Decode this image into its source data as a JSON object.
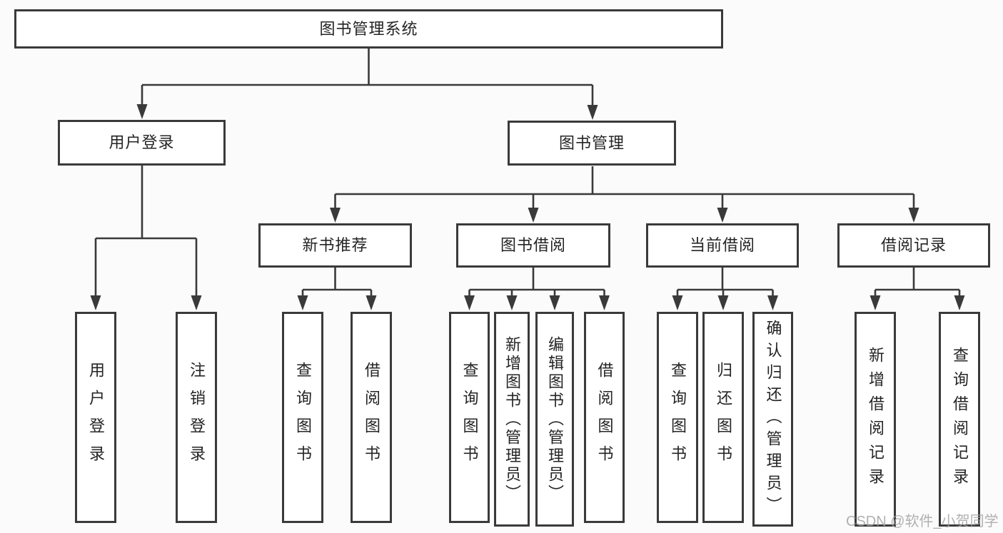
{
  "page": {
    "background": "#fbfbfb"
  },
  "colors": {
    "line": "#3a3a3a",
    "box_border": "#3a3a3a",
    "box_fill": "#ffffff",
    "text": "#242424",
    "watermark": "#a3a3a3"
  },
  "tree": {
    "root": {
      "label": "图书管理系统",
      "children": [
        {
          "label": "用户登录",
          "children": [
            {
              "label": "用户登录"
            },
            {
              "label": "注销登录"
            }
          ]
        },
        {
          "label": "图书管理",
          "children": [
            {
              "label": "新书推荐",
              "children": [
                {
                  "label": "查询图书"
                },
                {
                  "label": "借阅图书"
                }
              ]
            },
            {
              "label": "图书借阅",
              "children": [
                {
                  "label": "查询图书"
                },
                {
                  "label": "新增图书（管理员）"
                },
                {
                  "label": "编辑图书（管理员）"
                },
                {
                  "label": "借阅图书"
                }
              ]
            },
            {
              "label": "当前借阅",
              "children": [
                {
                  "label": "查询图书"
                },
                {
                  "label": "归还图书"
                },
                {
                  "label": "确认归还（管理员）"
                }
              ]
            },
            {
              "label": "借阅记录",
              "children": [
                {
                  "label": "新增借阅记录"
                },
                {
                  "label": "查询借阅记录"
                }
              ]
            }
          ]
        }
      ]
    }
  },
  "watermark": {
    "text": "CSDN @软件_小贺同学"
  }
}
